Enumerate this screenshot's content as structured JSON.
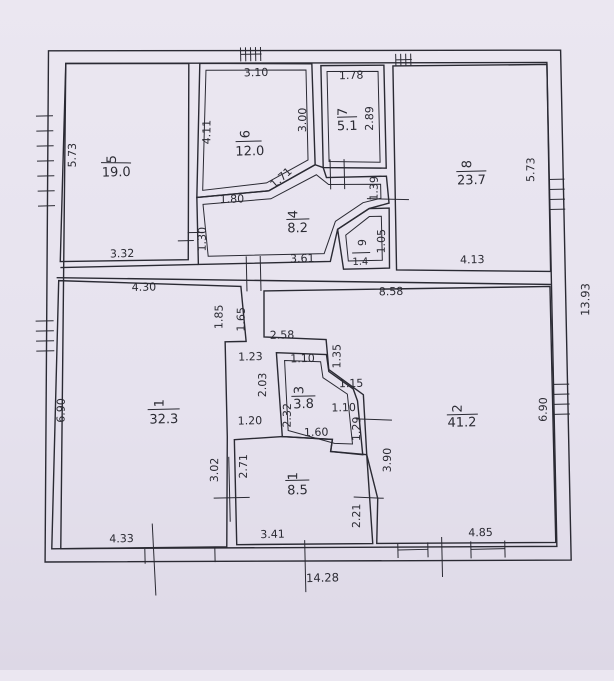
{
  "rooms": [
    {
      "id": "5",
      "num": "5",
      "area": "19.0"
    },
    {
      "id": "6",
      "num": "6",
      "area": "12.0"
    },
    {
      "id": "7",
      "num": "7",
      "area": "5.1"
    },
    {
      "id": "8",
      "num": "8",
      "area": "23.7"
    },
    {
      "id": "4",
      "num": "4",
      "area": "8.2"
    },
    {
      "id": "9",
      "num": "9",
      "area": "1.4"
    },
    {
      "id": "1a",
      "num": "1",
      "area": "32.3"
    },
    {
      "id": "3",
      "num": "3",
      "area": "3.8"
    },
    {
      "id": "2",
      "num": "2",
      "area": "41.2"
    },
    {
      "id": "1b",
      "num": "1",
      "area": "8.5"
    }
  ],
  "dims": {
    "d_310": "3.10",
    "d_178": "1.78",
    "d_573_left": "5.73",
    "d_411": "4.11",
    "d_300": "3.00",
    "d_289": "2.89",
    "d_171": "1.71",
    "d_180": "1.80",
    "d_139": "1.39",
    "d_573_right": "5.73",
    "d_130": "1.30",
    "d_332": "3.32",
    "d_361": "3.61",
    "d_105": "1.05",
    "d_413": "4.13",
    "d_1393": "13.93",
    "d_430": "4.30",
    "d_185": "1.85",
    "d_165": "1.65",
    "d_858": "8.58",
    "d_258": "2.58",
    "d_123": "1.23",
    "d_110a": "1.10",
    "d_135": "1.35",
    "d_203": "2.03",
    "d_115": "1.15",
    "d_690_left": "6.90",
    "d_110b": "1.10",
    "d_690_right": "6.90",
    "d_120": "1.20",
    "d_232": "2.32",
    "d_129": "1.29",
    "d_160": "1.60",
    "d_302": "3.02",
    "d_271": "2.71",
    "d_390": "3.90",
    "d_221": "2.21",
    "d_433": "4.33",
    "d_341": "3.41",
    "d_485": "4.85",
    "d_1428": "14.28"
  }
}
